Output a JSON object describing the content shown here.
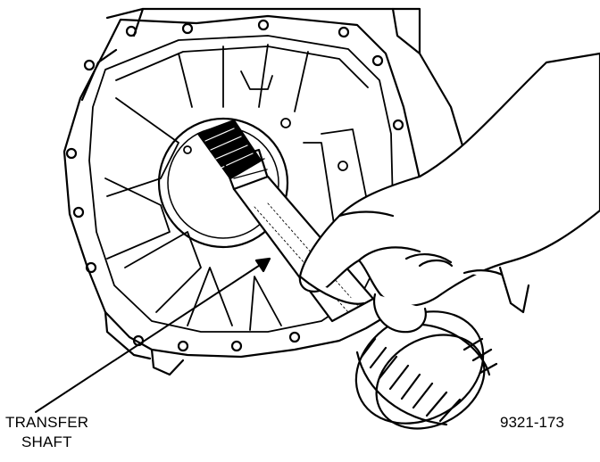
{
  "callout": {
    "line1": "TRANSFER",
    "line2": "SHAFT"
  },
  "figure_number": "9321-173"
}
